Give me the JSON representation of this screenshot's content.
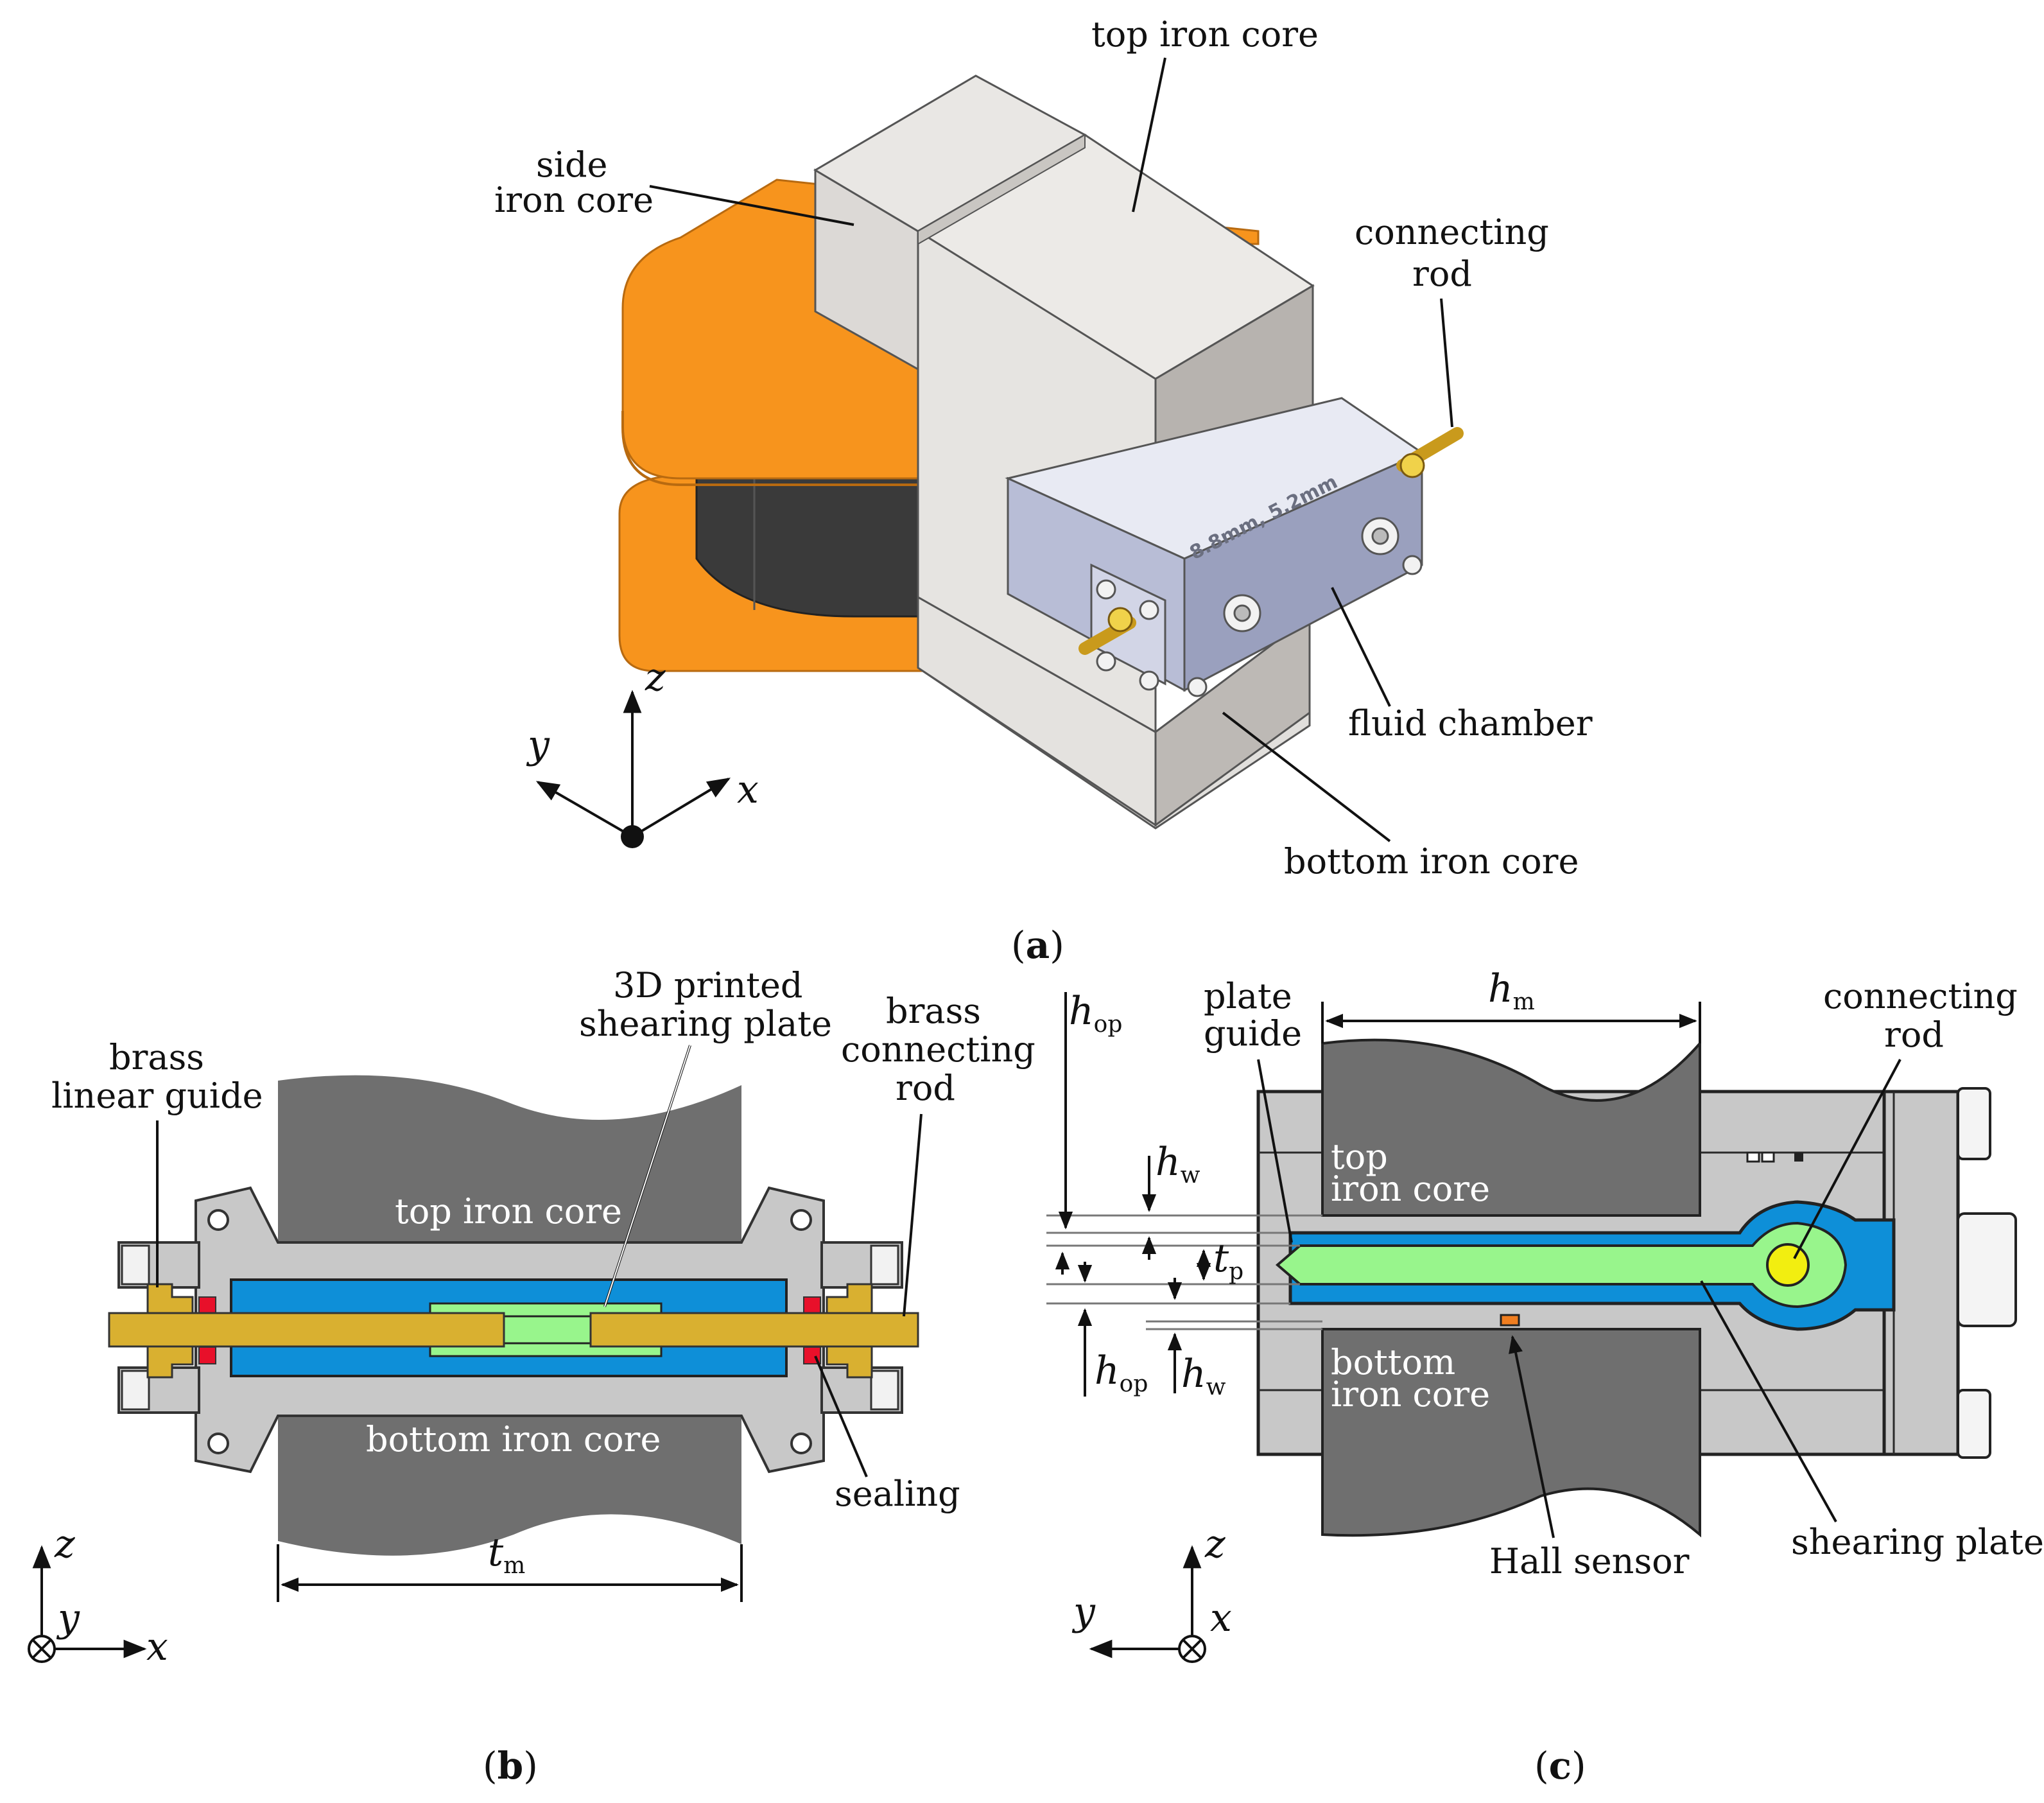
{
  "panel_a": {
    "caption_open": "(",
    "caption_letter": "a",
    "caption_close": ")",
    "labels": {
      "top_iron_core": "top iron core",
      "side_iron_core_1": "side",
      "side_iron_core_2": "iron core",
      "connecting_rod_1": "connecting",
      "connecting_rod_2": "rod",
      "fluid_chamber": "fluid chamber",
      "bottom_iron_core": "bottom iron core",
      "stamp": "8.8mm, 5.2mm"
    },
    "axes": {
      "x": "x",
      "y": "y",
      "z": "z"
    }
  },
  "panel_b": {
    "caption_open": "(",
    "caption_letter": "b",
    "caption_close": ")",
    "labels": {
      "brass_linear_guide_1": "brass",
      "brass_linear_guide_2": "linear guide",
      "shearing_plate_1": "3D printed",
      "shearing_plate_2": "shearing plate",
      "brass_rod_1": "brass",
      "brass_rod_2": "connecting",
      "brass_rod_3": "rod",
      "top_iron_core": "top iron core",
      "bottom_iron_core": "bottom iron core",
      "sealing": "sealing"
    },
    "dimension": {
      "symbol": "t",
      "subscript": "m"
    },
    "axes": {
      "x": "x",
      "y": "y",
      "z": "z"
    }
  },
  "panel_c": {
    "caption_open": "(",
    "caption_letter": "c",
    "caption_close": ")",
    "labels": {
      "plate_guide_1": "plate",
      "plate_guide_2": "guide",
      "connecting_rod_1": "connecting",
      "connecting_rod_2": "rod",
      "top_iron_core_1": "top",
      "top_iron_core_2": "iron core",
      "bottom_iron_core_1": "bottom",
      "bottom_iron_core_2": "iron core",
      "hall_sensor": "Hall sensor",
      "shearing_plate": "shearing plate"
    },
    "dimensions": {
      "h_op": {
        "symbol": "h",
        "subscript": "op"
      },
      "h_m": {
        "symbol": "h",
        "subscript": "m"
      },
      "h_w": {
        "symbol": "h",
        "subscript": "w"
      },
      "t_p": {
        "symbol": "t",
        "subscript": "p"
      }
    },
    "axes": {
      "x": "x",
      "y": "y",
      "z": "z"
    }
  },
  "colors": {
    "coil_orange": "#f7941d",
    "winding_dark": "#3a3a3a",
    "iron_light": "#d6d3d0",
    "iron_dark_section": "#6f6f6f",
    "housing_grey": "#c8c8c8",
    "fluid_blue": "#0e8fd8",
    "plate_green": "#98f58c",
    "brass": "#d9b030",
    "chamber_lavender": "#b8bdd6",
    "sealing_red": "#e8102a",
    "rod_yellow": "#f2ee10",
    "sensor_orange": "#f07e20"
  }
}
